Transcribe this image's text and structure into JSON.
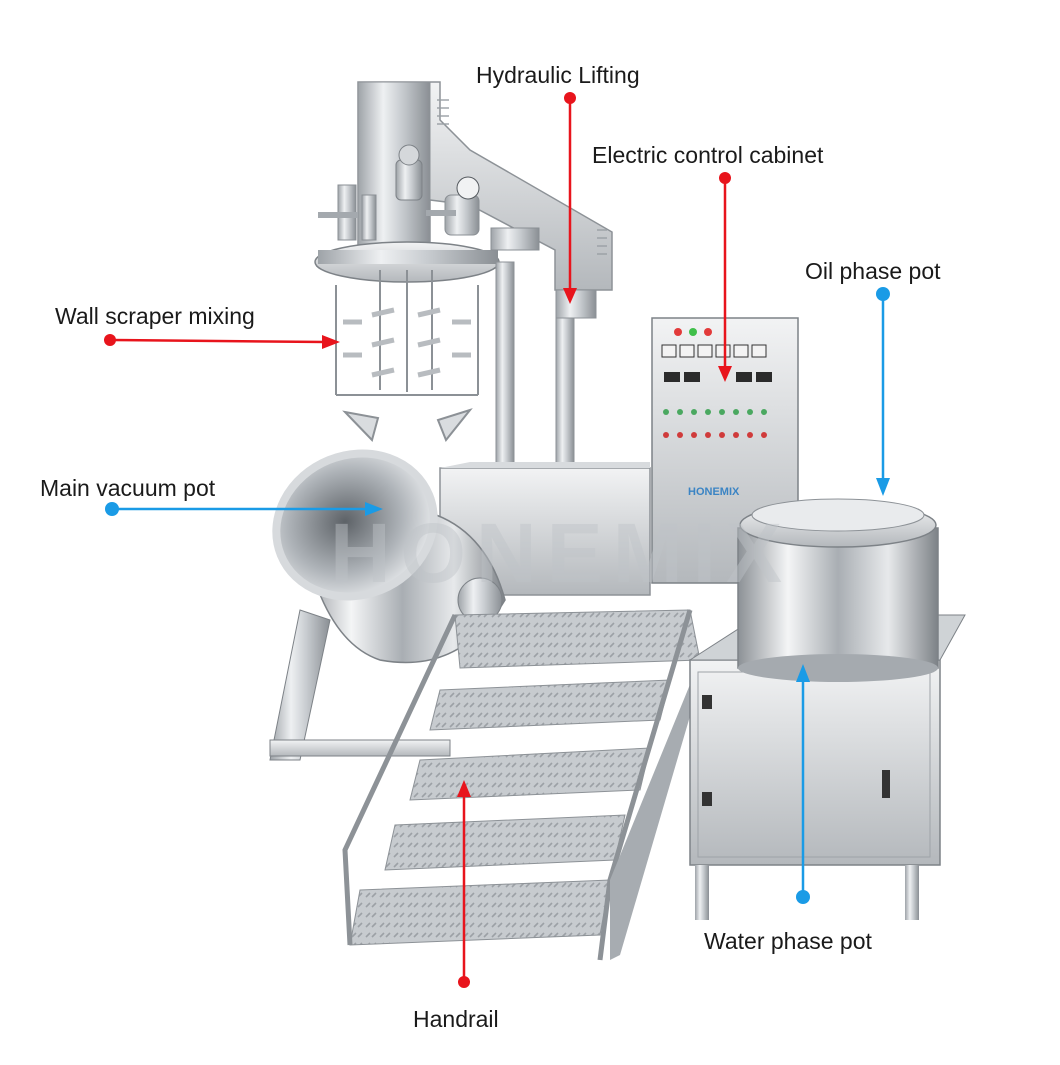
{
  "labels": {
    "hydraulic_lifting": "Hydraulic Lifting",
    "electric_control_cabinet": "Electric control cabinet",
    "oil_phase_pot": "Oil phase pot",
    "wall_scraper_mixing": "Wall scraper mixing",
    "main_vacuum_pot": "Main vacuum pot",
    "water_phase_pot": "Water phase pot",
    "handrail": "Handrail"
  },
  "brand": {
    "cabinet_logo": "HONEMIX",
    "watermark": "HONEMIX"
  },
  "colors": {
    "callout_red": "#e8141c",
    "callout_blue": "#1a9be6",
    "steel_light": "#e6e8ea",
    "steel_mid": "#b9bdc1",
    "steel_dark": "#7c8186",
    "label_text": "#1a1a1a"
  }
}
